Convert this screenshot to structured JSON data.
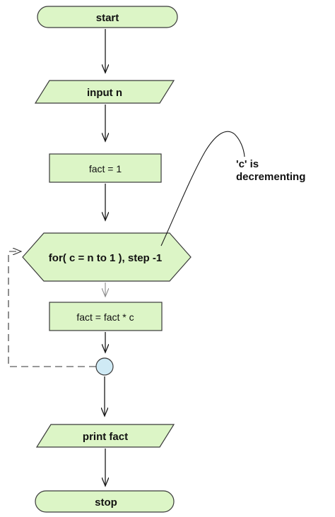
{
  "flowchart": {
    "start_label": "start",
    "input_label": "input n",
    "init_label": "fact = 1",
    "loop_label": "for( c = n to 1 ), step -1",
    "body_label": "fact = fact * c",
    "print_label": "print fact",
    "stop_label": "stop"
  },
  "annotation": {
    "line1": "'c' is",
    "line2": "decrementing"
  },
  "colors": {
    "node_fill": "#dcf5c6",
    "connector_fill": "#cfeaf5",
    "stroke": "#3a3a3a"
  }
}
